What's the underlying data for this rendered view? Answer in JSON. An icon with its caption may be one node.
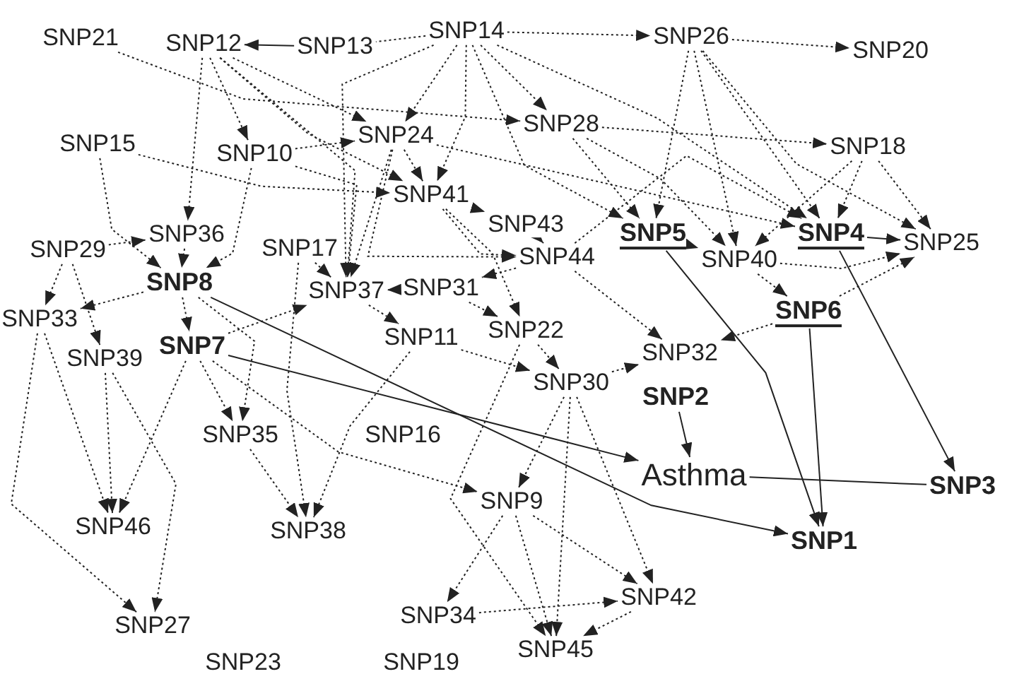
{
  "diagram": {
    "nodes": [
      {
        "text": [
          "SNP21"
        ]
      },
      {
        "text": [
          "SNP12"
        ]
      },
      {
        "text": [
          "SNP13"
        ]
      },
      {
        "text": [
          "SNP14"
        ]
      },
      {
        "text": [
          "SNP26"
        ]
      },
      {
        "text": [
          "SNP20"
        ]
      },
      {
        "text": [
          "SNP28"
        ]
      },
      {
        "text": [
          "SNP18"
        ]
      },
      {
        "text": [
          "SNP15"
        ]
      },
      {
        "text": [
          "SNP10"
        ]
      },
      {
        "text": [
          "SNP24"
        ]
      },
      {
        "text": [
          "SNP41"
        ]
      },
      {
        "text": [
          "SNP43"
        ]
      },
      {
        "text": [
          "SNP5"
        ]
      },
      {
        "text": [
          "SNP4"
        ]
      },
      {
        "text": [
          "SNP25"
        ]
      },
      {
        "text": [
          "SNP36"
        ]
      },
      {
        "text": [
          "SNP29"
        ]
      },
      {
        "text": [
          "SNP17"
        ]
      },
      {
        "text": [
          "SNP44"
        ]
      },
      {
        "text": [
          "SNP40"
        ]
      },
      {
        "text": [
          "SNP8"
        ]
      },
      {
        "text": [
          "SNP37"
        ]
      },
      {
        "text": [
          "SNP31"
        ]
      },
      {
        "text": [
          "SNP6"
        ]
      },
      {
        "text": [
          "SNP33"
        ]
      },
      {
        "text": [
          "SNP39"
        ]
      },
      {
        "text": [
          "SNP7"
        ]
      },
      {
        "text": [
          "SNP11"
        ]
      },
      {
        "text": [
          "SNP22"
        ]
      },
      {
        "text": [
          "SNP32"
        ]
      },
      {
        "text": [
          "SNP30"
        ]
      },
      {
        "text": [
          "SNP2"
        ]
      },
      {
        "text": [
          "SNP35"
        ]
      },
      {
        "text": [
          "SNP16"
        ]
      },
      {
        "text": [
          "Asthma"
        ]
      },
      {
        "text": [
          "SNP3"
        ]
      },
      {
        "text": [
          "SNP9"
        ]
      },
      {
        "text": [
          "SNP46"
        ]
      },
      {
        "text": [
          "SNP38"
        ]
      },
      {
        "text": [
          "SNP1"
        ]
      },
      {
        "text": [
          "SNP42"
        ]
      },
      {
        "text": [
          "SNP27"
        ]
      },
      {
        "text": [
          "SNP34"
        ]
      },
      {
        "text": [
          "SNP45"
        ]
      },
      {
        "text": [
          "SNP23"
        ]
      },
      {
        "text": [
          "SNP19"
        ]
      }
    ],
    "edges": [
      {
        "from": 2,
        "to": 1,
        "arrow": "to"
      },
      {
        "from": 3,
        "to": 2,
        "arrow": "none",
        "style": "dashed"
      },
      {
        "from": 3,
        "to": 4,
        "arrow": "to",
        "style": "dashed"
      },
      {
        "from": 4,
        "to": 5,
        "arrow": "to",
        "style": "dashed"
      },
      {
        "from": 0,
        "to": 6,
        "arrow": "to",
        "style": "dashed"
      },
      {
        "from": 1,
        "to": 10,
        "arrow": "to",
        "style": "dashed"
      },
      {
        "from": 1,
        "to": 16,
        "arrow": "to",
        "style": "dashed"
      },
      {
        "from": 1,
        "to": 9,
        "arrow": "to",
        "style": "dashed"
      },
      {
        "from": 1,
        "to": 11,
        "arrow": "to",
        "style": "dashed"
      },
      {
        "from": 1,
        "to": 22,
        "arrow": "to",
        "style": "dashed"
      },
      {
        "from": 3,
        "to": 10,
        "arrow": "to",
        "style": "dashed"
      },
      {
        "from": 3,
        "to": 11,
        "arrow": "to",
        "style": "dashed"
      },
      {
        "from": 3,
        "to": 6,
        "arrow": "to",
        "style": "dashed"
      },
      {
        "from": 3,
        "to": 13,
        "arrow": "to",
        "style": "dashed"
      },
      {
        "from": 3,
        "to": 14,
        "arrow": "to",
        "style": "dashed"
      },
      {
        "from": 3,
        "to": 22,
        "arrow": "to",
        "style": "dashed"
      },
      {
        "from": 4,
        "to": 13,
        "arrow": "to",
        "style": "dashed"
      },
      {
        "from": 4,
        "to": 20,
        "arrow": "to",
        "style": "dashed"
      },
      {
        "from": 4,
        "to": 14,
        "arrow": "to",
        "style": "dashed"
      },
      {
        "from": 4,
        "to": 15,
        "arrow": "to",
        "style": "dashed"
      },
      {
        "from": 6,
        "to": 7,
        "arrow": "to",
        "style": "dashed"
      },
      {
        "from": 6,
        "to": 13,
        "arrow": "to",
        "style": "dashed"
      },
      {
        "from": 6,
        "to": 20,
        "arrow": "to",
        "style": "dashed"
      },
      {
        "from": 7,
        "to": 14,
        "arrow": "to",
        "style": "dashed"
      },
      {
        "from": 7,
        "to": 20,
        "arrow": "to",
        "style": "dashed"
      },
      {
        "from": 7,
        "to": 15,
        "arrow": "to",
        "style": "dashed"
      },
      {
        "from": 10,
        "to": 14,
        "arrow": "to",
        "style": "dashed"
      },
      {
        "from": 8,
        "to": 11,
        "arrow": "to",
        "style": "dashed"
      },
      {
        "from": 8,
        "to": 21,
        "arrow": "to",
        "style": "dashed"
      },
      {
        "from": 9,
        "to": 10,
        "arrow": "to",
        "style": "dashed"
      },
      {
        "from": 9,
        "to": 21,
        "arrow": "to",
        "style": "dashed"
      },
      {
        "from": 9,
        "to": 22,
        "arrow": "to",
        "style": "dashed"
      },
      {
        "from": 10,
        "to": 11,
        "arrow": "to",
        "style": "dashed"
      },
      {
        "from": 10,
        "to": 19,
        "arrow": "to",
        "style": "dashed"
      },
      {
        "from": 10,
        "to": 22,
        "arrow": "to",
        "style": "dashed"
      },
      {
        "from": 11,
        "to": 12,
        "arrow": "to",
        "style": "dashed"
      },
      {
        "from": 11,
        "to": 19,
        "arrow": "to",
        "style": "dashed"
      },
      {
        "from": 11,
        "to": 29,
        "arrow": "to",
        "style": "dashed"
      },
      {
        "from": 12,
        "to": 19,
        "arrow": "to",
        "style": "dashed"
      },
      {
        "from": 13,
        "to": 20,
        "arrow": "to",
        "style": "dashed"
      },
      {
        "from": 19,
        "to": 14,
        "arrow": "to",
        "style": "dashed"
      },
      {
        "from": 19,
        "to": 23,
        "arrow": "to",
        "style": "dashed"
      },
      {
        "from": 19,
        "to": 30,
        "arrow": "to",
        "style": "dashed"
      },
      {
        "from": 20,
        "to": 24,
        "arrow": "to",
        "style": "dashed"
      },
      {
        "from": 20,
        "to": 15,
        "arrow": "to",
        "style": "dashed"
      },
      {
        "from": 14,
        "to": 15,
        "arrow": "to"
      },
      {
        "from": 24,
        "to": 15,
        "arrow": "to",
        "style": "dashed"
      },
      {
        "from": 24,
        "to": 30,
        "arrow": "to",
        "style": "dashed"
      },
      {
        "from": 16,
        "to": 21,
        "arrow": "to",
        "style": "dashed"
      },
      {
        "from": 17,
        "to": 16,
        "arrow": "to",
        "style": "dashed"
      },
      {
        "from": 17,
        "to": 25,
        "arrow": "to",
        "style": "dashed"
      },
      {
        "from": 17,
        "to": 26,
        "arrow": "to",
        "style": "dashed"
      },
      {
        "from": 21,
        "to": 25,
        "arrow": "to",
        "style": "dashed"
      },
      {
        "from": 21,
        "to": 27,
        "arrow": "to",
        "style": "dashed"
      },
      {
        "from": 21,
        "to": 33,
        "arrow": "to",
        "style": "dashed"
      },
      {
        "from": 18,
        "to": 22,
        "arrow": "to",
        "style": "dashed"
      },
      {
        "from": 18,
        "to": 39,
        "arrow": "to",
        "style": "dashed"
      },
      {
        "from": 23,
        "to": 22,
        "arrow": "to",
        "style": "dashed"
      },
      {
        "from": 27,
        "to": 22,
        "arrow": "to",
        "style": "dashed"
      },
      {
        "from": 22,
        "to": 28,
        "arrow": "to",
        "style": "dashed"
      },
      {
        "from": 23,
        "to": 29,
        "arrow": "to",
        "style": "dashed"
      },
      {
        "from": 28,
        "to": 39,
        "arrow": "to",
        "style": "dashed"
      },
      {
        "from": 28,
        "to": 31,
        "arrow": "to",
        "style": "dashed"
      },
      {
        "from": 29,
        "to": 31,
        "arrow": "to",
        "style": "dashed"
      },
      {
        "from": 29,
        "to": 44,
        "arrow": "to",
        "style": "dashed"
      },
      {
        "from": 31,
        "to": 30,
        "arrow": "to",
        "style": "dashed"
      },
      {
        "from": 31,
        "to": 37,
        "arrow": "to",
        "style": "dashed"
      },
      {
        "from": 31,
        "to": 44,
        "arrow": "to",
        "style": "dashed"
      },
      {
        "from": 31,
        "to": 41,
        "arrow": "to",
        "style": "dashed"
      },
      {
        "from": 27,
        "to": 33,
        "arrow": "to",
        "style": "dashed"
      },
      {
        "from": 27,
        "to": 37,
        "arrow": "to",
        "style": "dashed"
      },
      {
        "from": 27,
        "to": 38,
        "arrow": "to",
        "style": "dashed"
      },
      {
        "from": 25,
        "to": 38,
        "arrow": "to",
        "style": "dashed"
      },
      {
        "from": 25,
        "to": 42,
        "arrow": "to",
        "style": "dashed"
      },
      {
        "from": 26,
        "to": 38,
        "arrow": "to",
        "style": "dashed"
      },
      {
        "from": 26,
        "to": 42,
        "arrow": "to",
        "style": "dashed"
      },
      {
        "from": 33,
        "to": 39,
        "arrow": "to",
        "style": "dashed"
      },
      {
        "from": 37,
        "to": 43,
        "arrow": "to",
        "style": "dashed"
      },
      {
        "from": 37,
        "to": 41,
        "arrow": "to",
        "style": "dashed"
      },
      {
        "from": 37,
        "to": 44,
        "arrow": "to",
        "style": "dashed"
      },
      {
        "from": 43,
        "to": 41,
        "arrow": "to",
        "style": "dashed"
      },
      {
        "from": 41,
        "to": 44,
        "arrow": "to",
        "style": "dashed"
      },
      {
        "from": 21,
        "to": 40,
        "arrow": "to"
      },
      {
        "from": 27,
        "to": 35,
        "arrow": "to"
      },
      {
        "from": 32,
        "to": 35,
        "arrow": "to"
      },
      {
        "from": 13,
        "to": 40,
        "arrow": "to"
      },
      {
        "from": 24,
        "to": 40,
        "arrow": "to"
      },
      {
        "from": 14,
        "to": 36,
        "arrow": "to"
      },
      {
        "from": 35,
        "to": 36,
        "arrow": "none"
      }
    ]
  }
}
